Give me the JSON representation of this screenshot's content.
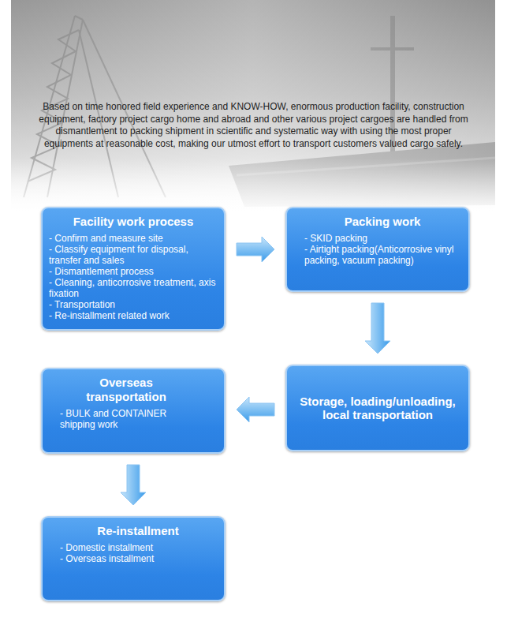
{
  "diagram": {
    "nodes": [
      {
        "text": [
          "Facility work process",
          "- Confirm and measure site",
          "- Classify equipment for disposal, transfer and sales",
          "- Dismantlement process",
          "- Cleaning, anticorrosive treatment, axis fixation",
          "- Transportation",
          "- Re-installment related work"
        ]
      },
      {
        "text": [
          "Packing work",
          "- SKID packing",
          "- Airtight packing(Anticorrosive vinyl packing, vacuum packing)"
        ]
      },
      {
        "text": [
          "Storage, loading/unloading, local transportation"
        ]
      },
      {
        "text": [
          "Overseas transportation",
          "- BULK and CONTAINER shipping work"
        ]
      },
      {
        "text": [
          "Re-installment",
          "- Domestic installment",
          "- Overseas installment"
        ]
      }
    ],
    "edges": [
      {
        "from": 0,
        "to": 1,
        "arrow": "to"
      },
      {
        "from": 1,
        "to": 2,
        "arrow": "to"
      },
      {
        "from": 2,
        "to": 3,
        "arrow": "to"
      },
      {
        "from": 3,
        "to": 4,
        "arrow": "to"
      }
    ],
    "labels": [
      "Based on time honored field experience and KNOW-HOW, enormous production facility, construction equipment, factory project cargo home and abroad and other various project cargoes are handled from dismantlement to packing shipment in scientific and systematic way with using the most proper equipments at reasonable cost, making our utmost effort to transport customers valued cargo safely."
    ]
  }
}
